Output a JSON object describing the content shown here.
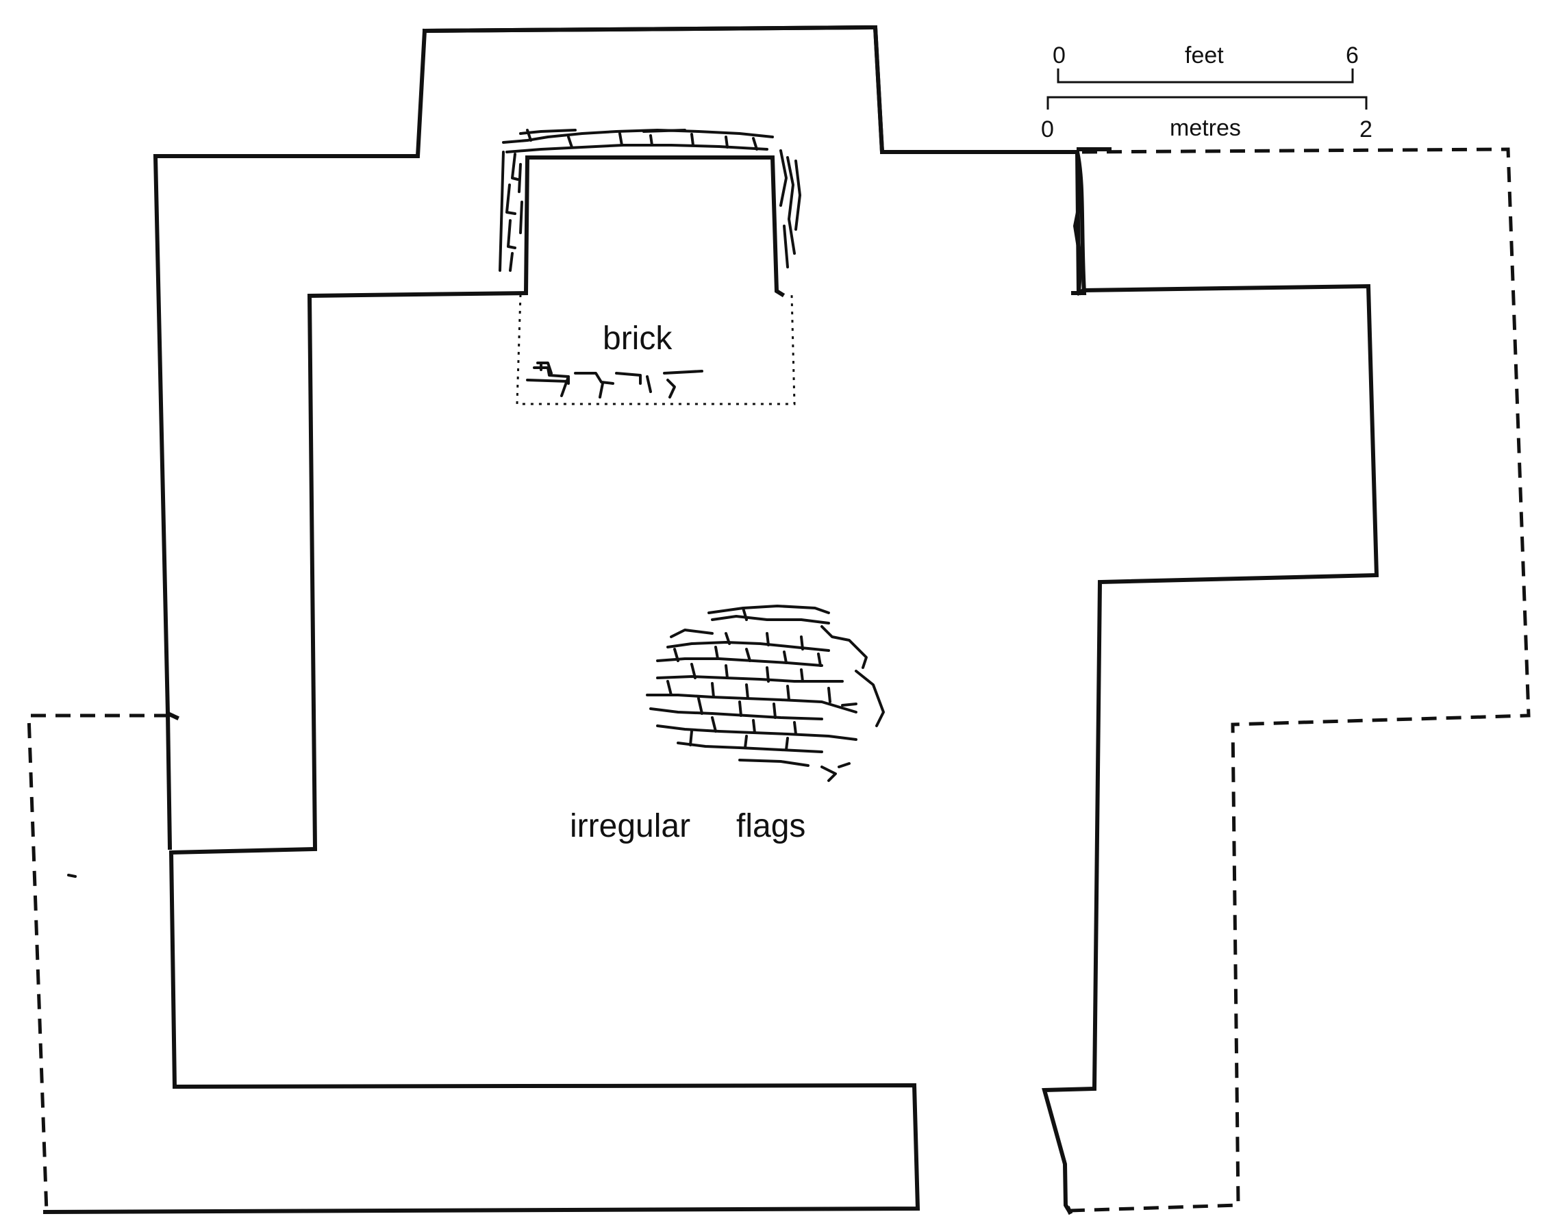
{
  "labels": {
    "brick": "brick",
    "irregular": "irregular",
    "flags": "flags"
  },
  "scale_bar": {
    "feet_unit": "feet",
    "feet_min": "0",
    "feet_max": "6",
    "metres_unit": "metres",
    "metres_min": "0",
    "metres_max": "2"
  },
  "colors": {
    "ink": "#111111",
    "paper": "#ffffff"
  }
}
